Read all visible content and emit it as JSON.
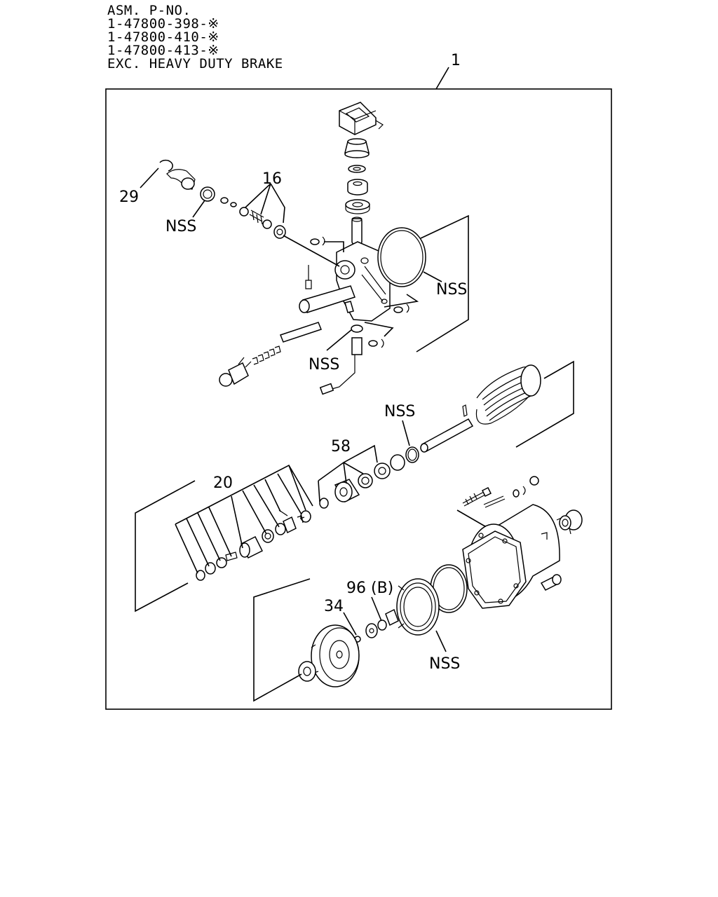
{
  "header": {
    "line1": "ASM. P-NO.",
    "line2": "1-47800-398-※",
    "line3": "1-47800-410-※",
    "line4": "1-47800-413-※",
    "line5": "EXC. HEAVY DUTY BRAKE"
  },
  "callouts": {
    "c1": "1",
    "c16": "16",
    "c29": "29",
    "nss_seal": "NSS",
    "nss_oring": "NSS",
    "nss_fitting": "NSS",
    "nss_snapring": "NSS",
    "c58": "58",
    "c20": "20",
    "c96": "96 (B)",
    "c34": "34",
    "nss_seal_large": "NSS"
  }
}
